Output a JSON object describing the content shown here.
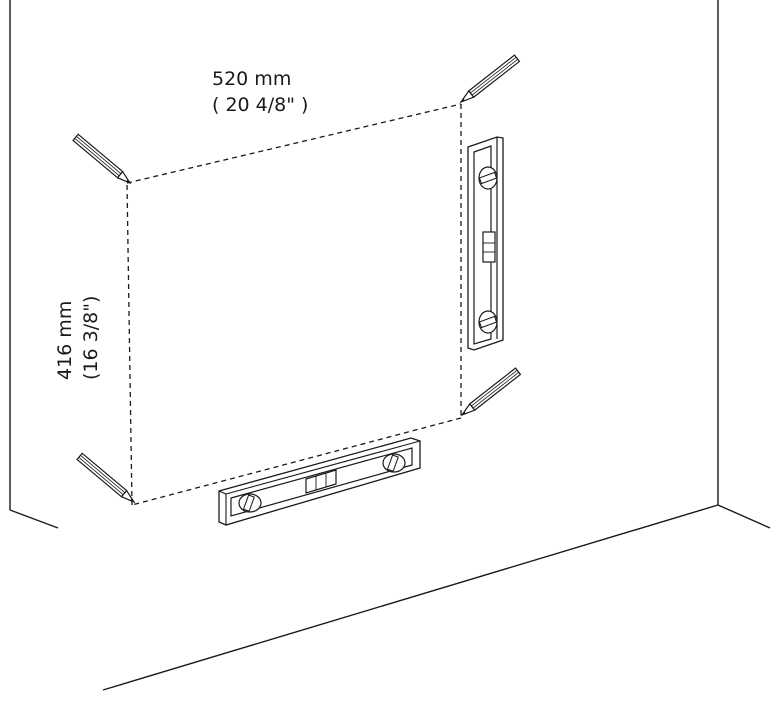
{
  "diagram": {
    "width_dimension": {
      "metric": "520 mm",
      "imperial": "( 20 4/8\" )"
    },
    "height_dimension": {
      "metric": "416 mm",
      "imperial": "(16 3/8\")"
    }
  },
  "colors": {
    "line": "#1a1a1a",
    "background": "#ffffff"
  },
  "icons": [
    "pencil-icon",
    "spirit-level-icon"
  ]
}
